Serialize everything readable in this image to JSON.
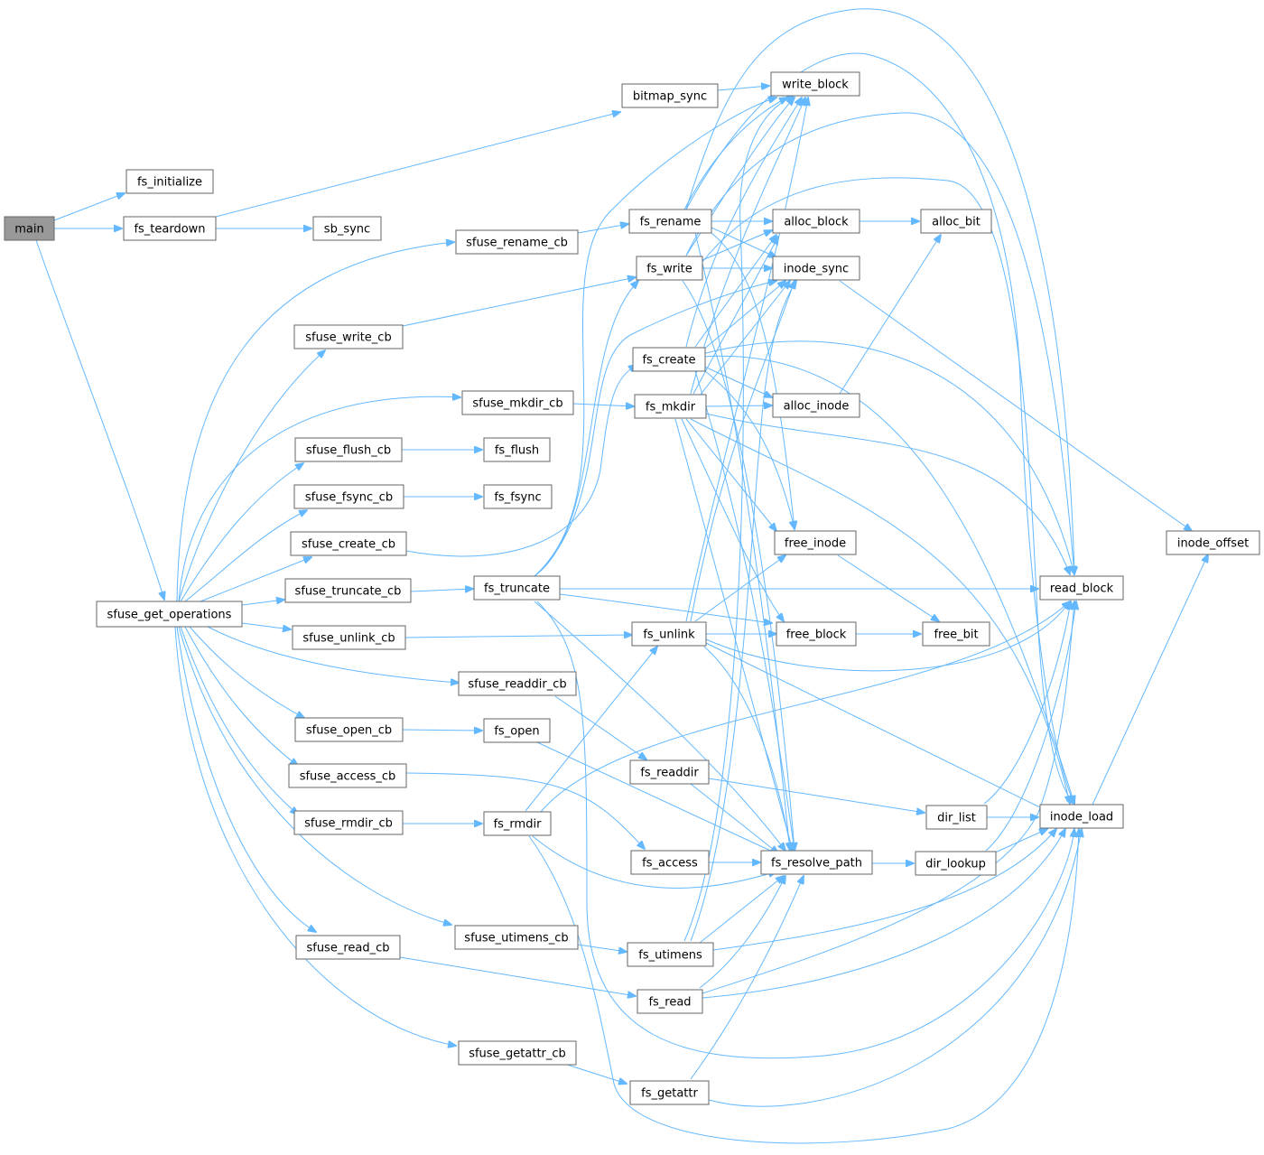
{
  "colors": {
    "edge": "#63b8ff",
    "node_border": "#666666",
    "root_fill": "#999999",
    "background": "#ffffff"
  },
  "nodes": {
    "main": {
      "label": "main",
      "root": true
    },
    "fs_initialize": {
      "label": "fs_initialize"
    },
    "fs_teardown": {
      "label": "fs_teardown"
    },
    "sb_sync": {
      "label": "sb_sync"
    },
    "bitmap_sync": {
      "label": "bitmap_sync"
    },
    "write_block": {
      "label": "write_block"
    },
    "sfuse_get_operations": {
      "label": "sfuse_get_operations"
    },
    "sfuse_rename_cb": {
      "label": "sfuse_rename_cb"
    },
    "sfuse_write_cb": {
      "label": "sfuse_write_cb"
    },
    "sfuse_mkdir_cb": {
      "label": "sfuse_mkdir_cb"
    },
    "sfuse_flush_cb": {
      "label": "sfuse_flush_cb"
    },
    "sfuse_fsync_cb": {
      "label": "sfuse_fsync_cb"
    },
    "sfuse_create_cb": {
      "label": "sfuse_create_cb"
    },
    "sfuse_truncate_cb": {
      "label": "sfuse_truncate_cb"
    },
    "sfuse_unlink_cb": {
      "label": "sfuse_unlink_cb"
    },
    "sfuse_readdir_cb": {
      "label": "sfuse_readdir_cb"
    },
    "sfuse_open_cb": {
      "label": "sfuse_open_cb"
    },
    "sfuse_access_cb": {
      "label": "sfuse_access_cb"
    },
    "sfuse_rmdir_cb": {
      "label": "sfuse_rmdir_cb"
    },
    "sfuse_read_cb": {
      "label": "sfuse_read_cb"
    },
    "sfuse_utimens_cb": {
      "label": "sfuse_utimens_cb"
    },
    "sfuse_getattr_cb": {
      "label": "sfuse_getattr_cb"
    },
    "fs_flush": {
      "label": "fs_flush"
    },
    "fs_fsync": {
      "label": "fs_fsync"
    },
    "fs_truncate": {
      "label": "fs_truncate"
    },
    "fs_open": {
      "label": "fs_open"
    },
    "fs_rmdir": {
      "label": "fs_rmdir"
    },
    "fs_rename": {
      "label": "fs_rename"
    },
    "fs_write": {
      "label": "fs_write"
    },
    "fs_create": {
      "label": "fs_create"
    },
    "fs_mkdir": {
      "label": "fs_mkdir"
    },
    "fs_unlink": {
      "label": "fs_unlink"
    },
    "fs_readdir": {
      "label": "fs_readdir"
    },
    "fs_access": {
      "label": "fs_access"
    },
    "fs_utimens": {
      "label": "fs_utimens"
    },
    "fs_read": {
      "label": "fs_read"
    },
    "fs_getattr": {
      "label": "fs_getattr"
    },
    "alloc_block": {
      "label": "alloc_block"
    },
    "inode_sync": {
      "label": "inode_sync"
    },
    "alloc_inode": {
      "label": "alloc_inode"
    },
    "free_inode": {
      "label": "free_inode"
    },
    "free_block": {
      "label": "free_block"
    },
    "fs_resolve_path": {
      "label": "fs_resolve_path"
    },
    "alloc_bit": {
      "label": "alloc_bit"
    },
    "free_bit": {
      "label": "free_bit"
    },
    "dir_list": {
      "label": "dir_list"
    },
    "dir_lookup": {
      "label": "dir_lookup"
    },
    "read_block": {
      "label": "read_block"
    },
    "inode_load": {
      "label": "inode_load"
    },
    "inode_offset": {
      "label": "inode_offset"
    }
  }
}
